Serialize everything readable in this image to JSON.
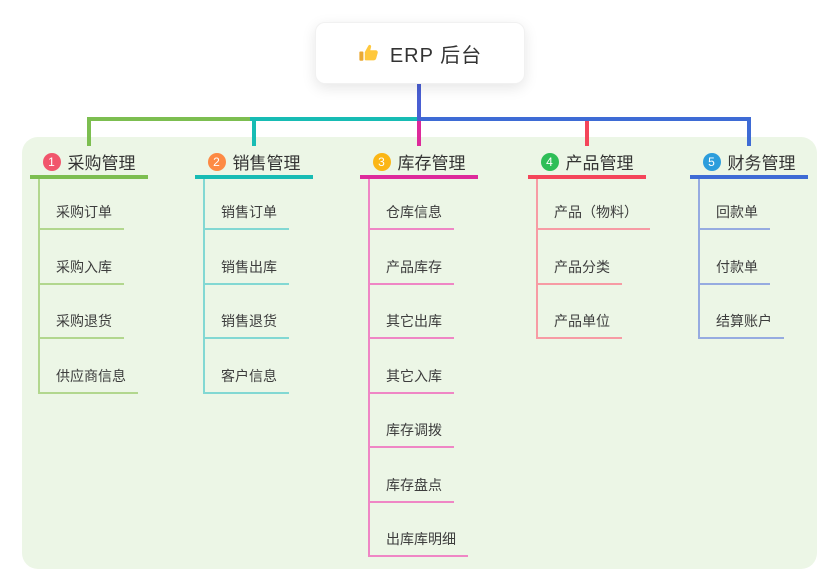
{
  "root": {
    "label": "ERP 后台",
    "icon": "thumbs-up-icon",
    "icon_color": "#ffc83d"
  },
  "canvas": {
    "page_background": "#ffffff",
    "panel_background": "#ecf6e6",
    "trunk_color": "#4a5fd3"
  },
  "branches": [
    {
      "number": "1",
      "label": "采购管理",
      "badge_color": "#f1556c",
      "line_color": "#7cbe50",
      "child_line_color": "#b2d78e",
      "children": [
        "采购订单",
        "采购入库",
        "采购退货",
        "供应商信息"
      ]
    },
    {
      "number": "2",
      "label": "销售管理",
      "badge_color": "#fd8a44",
      "line_color": "#17bcb4",
      "child_line_color": "#82d8d3",
      "children": [
        "销售订单",
        "销售出库",
        "销售退货",
        "客户信息"
      ]
    },
    {
      "number": "3",
      "label": "库存管理",
      "badge_color": "#fbb615",
      "line_color": "#dd2a9b",
      "child_line_color": "#ef86c5",
      "children": [
        "仓库信息",
        "产品库存",
        "其它出库",
        "其它入库",
        "库存调拨",
        "库存盘点",
        "出库库明细"
      ]
    },
    {
      "number": "4",
      "label": "产品管理",
      "badge_color": "#2ebe57",
      "line_color": "#f4455a",
      "child_line_color": "#f79ba4",
      "children": [
        "产品（物料）",
        "产品分类",
        "产品单位"
      ]
    },
    {
      "number": "5",
      "label": "财务管理",
      "badge_color": "#2c9ddc",
      "line_color": "#3e6bd5",
      "child_line_color": "#96abe0",
      "children": [
        "回款单",
        "付款单",
        "结算账户"
      ]
    }
  ]
}
